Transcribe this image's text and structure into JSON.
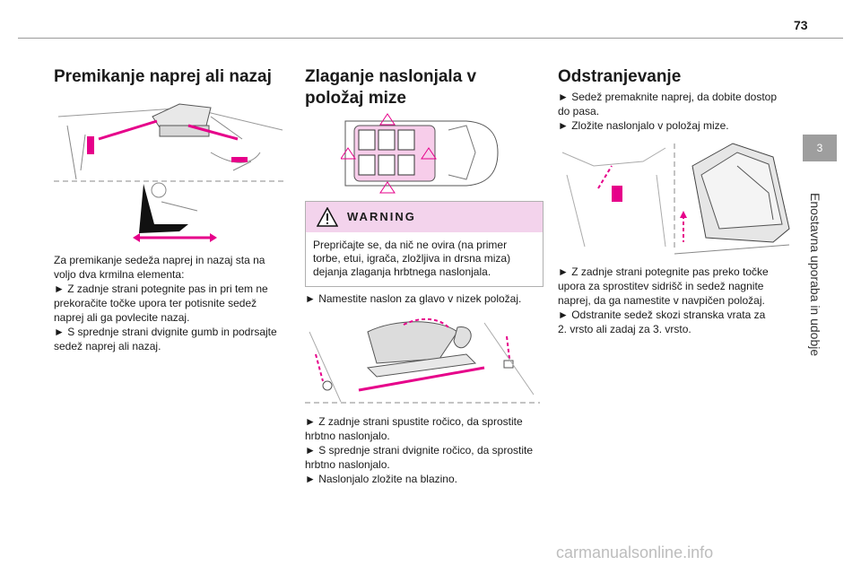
{
  "page": {
    "number": "73",
    "chapter_number": "3",
    "chapter_title": "Enostavna uporaba in udobje"
  },
  "col1": {
    "heading": "Premikanje naprej ali nazaj",
    "lines": [
      "Za premikanje sedeža naprej in nazaj sta na",
      "voljo dva krmilna elementa:",
      "► Z zadnje strani potegnite pas in pri tem ne",
      "prekoračite točke upora ter potisnite sedež",
      "naprej ali ga povlecite nazaj.",
      "► S sprednje strani dvignite gumb in podrsajte",
      "sedež naprej ali nazaj."
    ]
  },
  "col2": {
    "heading_line1": "Zlaganje naslonjala v",
    "heading_line2": "položaj mize",
    "warning_title": "WARNING",
    "warning_lines": [
      "Prepričajte se, da nič ne ovira (na primer",
      "torbe, etui, igrača, zložljiva in drsna miza)",
      "dejanja zlaganja hrbtnega naslonjala."
    ],
    "step1": "► Namestite naslon za glavo v nizek položaj.",
    "lines_after": [
      "► Z zadnje strani spustite ročico, da sprostite",
      "hrbtno naslonjalo.",
      "► S sprednje strani dvignite ročico, da sprostite",
      "hrbtno naslonjalo.",
      "► Naslonjalo zložite na blazino."
    ]
  },
  "col3": {
    "heading": "Odstranjevanje",
    "lines_before": [
      "► Sedež premaknite naprej, da dobite dostop",
      "do pasa.",
      "► Zložite naslonjalo v položaj mize."
    ],
    "lines_after": [
      "► Z zadnje strani potegnite pas preko točke",
      "upora za sprostitev sidrišč in sedež nagnite",
      "naprej, da ga namestite v navpičen položaj.",
      "► Odstranite sedež skozi stranska vrata za",
      "2. vrsto ali zadaj za 3. vrsto."
    ]
  },
  "watermark": "carmanualsonline.info",
  "colors": {
    "accent": "#e6008a",
    "warning_bg": "#f3d3ec",
    "tab": "#9e9e9e"
  },
  "icons": [
    "warning-triangle-icon",
    "pink-arrow-icon"
  ]
}
